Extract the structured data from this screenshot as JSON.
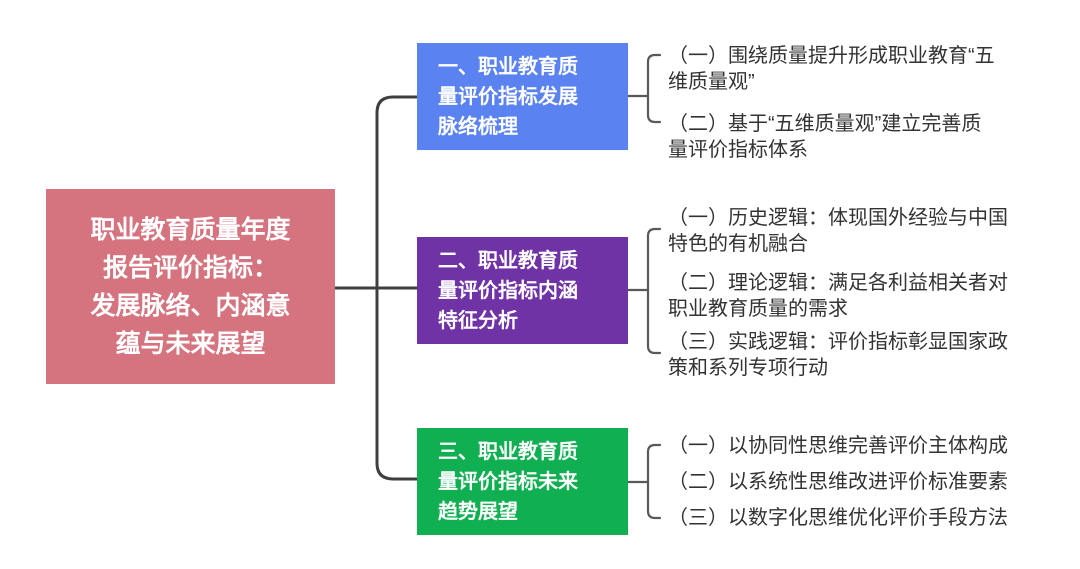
{
  "diagram": {
    "line_color": "#3f3f3f",
    "bracket_color": "#595959",
    "text_color": "#333333",
    "root": {
      "label": "职业教育质量年度\n报告评价指标：\n发展脉络、内涵意\n蕴与未来展望",
      "color": "#d5737f"
    },
    "branches": [
      {
        "label": "一、职业教育质\n量评价指标发展\n脉络梳理",
        "color": "#5a82f0",
        "items": [
          "（一）围绕质量提升形成职业教育“五\n维质量观”",
          "（二）基于“五维质量观”建立完善质\n量评价指标体系"
        ]
      },
      {
        "label": "二、职业教育质\n量评价指标内涵\n特征分析",
        "color": "#7033a6",
        "items": [
          "（一）历史逻辑：体现国外经验与中国\n特色的有机融合",
          "（二）理论逻辑：满足各利益相关者对\n职业教育质量的需求",
          "（三）实践逻辑：评价指标彰显国家政\n策和系列专项行动"
        ]
      },
      {
        "label": "三、职业教育质\n量评价指标未来\n趋势展望",
        "color": "#10af52",
        "items": [
          "（一）以协同性思维完善评价主体构成",
          "（二）以系统性思维改进评价标准要素",
          "（三）以数字化思维优化评价手段方法"
        ]
      }
    ]
  }
}
